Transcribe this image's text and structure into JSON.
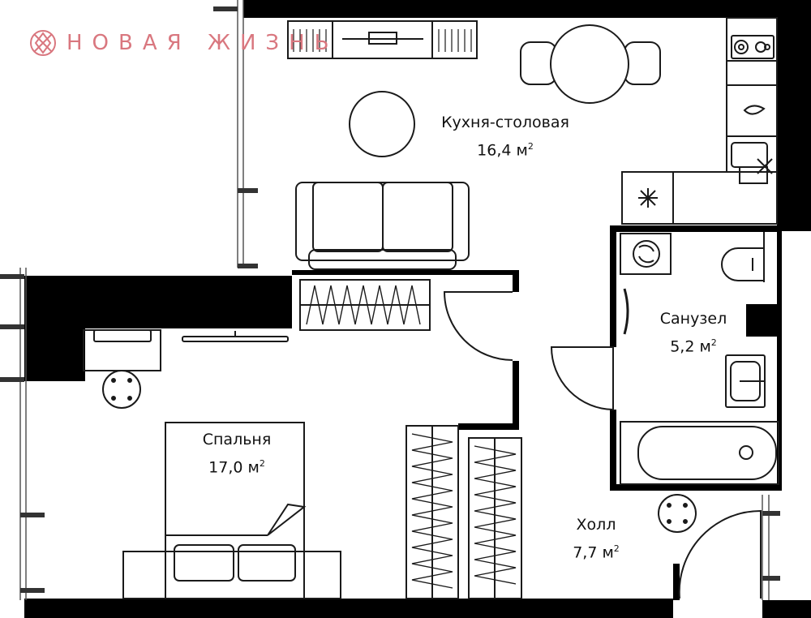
{
  "brand": {
    "name": "НОВАЯ ЖИЗНЬ",
    "logo_icon": "ornament-logo-icon",
    "color": "#d9777f"
  },
  "rooms": [
    {
      "id": "kitchen",
      "name": "Кухня-столовая",
      "area": "16,4",
      "unit": "м",
      "unit_sup": "2"
    },
    {
      "id": "bathroom",
      "name": "Санузел",
      "area": "5,2",
      "unit": "м",
      "unit_sup": "2"
    },
    {
      "id": "bedroom",
      "name": "Спальня",
      "area": "17,0",
      "unit": "м",
      "unit_sup": "2"
    },
    {
      "id": "hall",
      "name": "Холл",
      "area": "7,7",
      "unit": "м",
      "unit_sup": "2"
    }
  ]
}
